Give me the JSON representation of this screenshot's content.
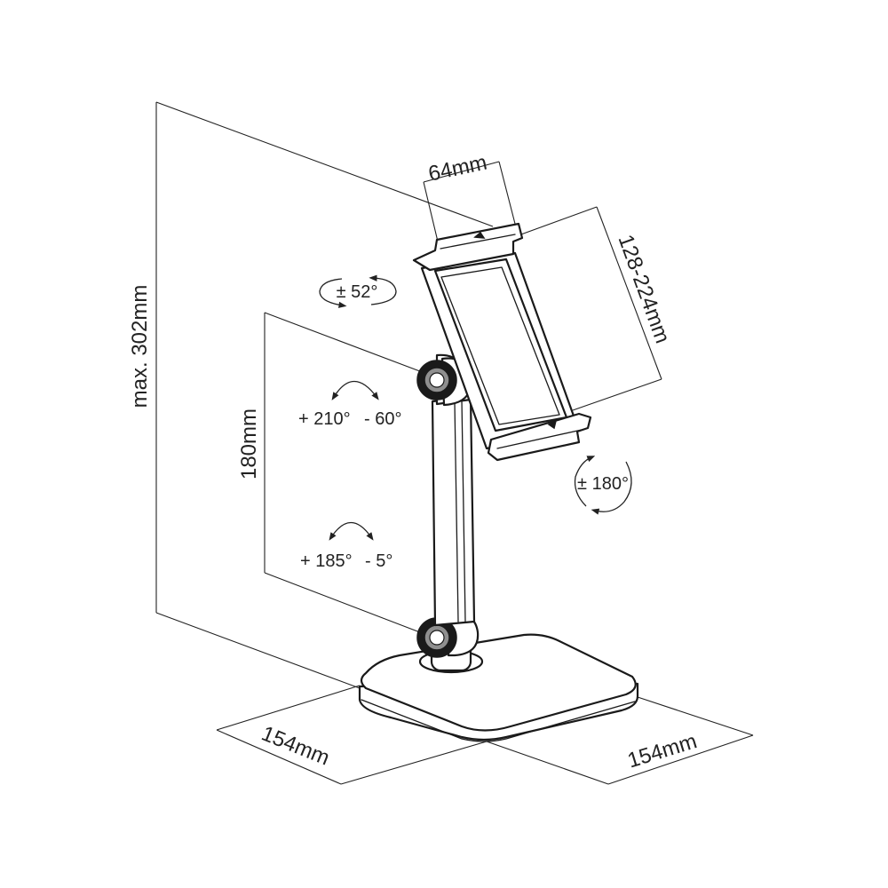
{
  "dimensions": {
    "max_height": "max. 302mm",
    "arm_height": "180mm",
    "holder_depth": "64mm",
    "holder_range": "128-224mm",
    "base_depth": "154mm",
    "base_width": "154mm"
  },
  "rotations": {
    "holder_tilt": "± 52°",
    "upper_joint_plus": "+ 210°",
    "upper_joint_minus": "- 60°",
    "lower_joint_plus": "+ 185°",
    "lower_joint_minus": "- 5°",
    "holder_rotate": "± 180°"
  }
}
